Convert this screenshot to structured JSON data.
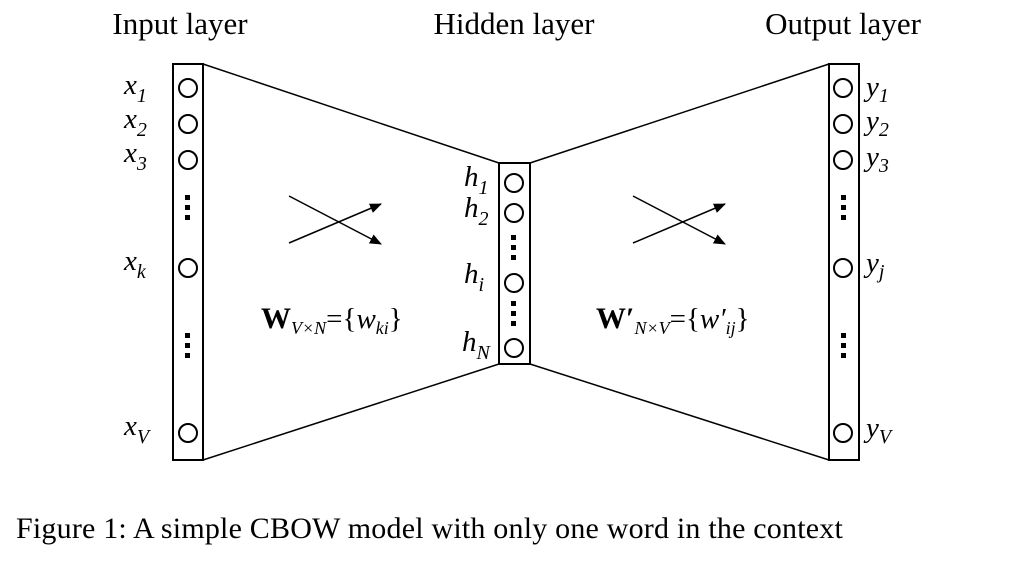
{
  "titles": {
    "input": "Input layer",
    "hidden": "Hidden layer",
    "output": "Output layer"
  },
  "input_nodes": [
    {
      "base": "x",
      "sub": "1"
    },
    {
      "base": "x",
      "sub": "2"
    },
    {
      "base": "x",
      "sub": "3"
    },
    {
      "base": "x",
      "sub": "k"
    },
    {
      "base": "x",
      "sub": "V"
    }
  ],
  "hidden_nodes": [
    {
      "base": "h",
      "sub": "1"
    },
    {
      "base": "h",
      "sub": "2"
    },
    {
      "base": "h",
      "sub": "i"
    },
    {
      "base": "h",
      "sub": "N"
    }
  ],
  "output_nodes": [
    {
      "base": "y",
      "sub": "1"
    },
    {
      "base": "y",
      "sub": "2"
    },
    {
      "base": "y",
      "sub": "3"
    },
    {
      "base": "y",
      "sub": "j"
    },
    {
      "base": "y",
      "sub": "V"
    }
  ],
  "weights": {
    "input_hidden": {
      "symbol": "W",
      "dims": "V×N",
      "eq": "={",
      "elem": "w",
      "elem_sub": "ki",
      "close": "}"
    },
    "hidden_output": {
      "symbol": "W′",
      "dims": "N×V",
      "eq": "={",
      "elem": "w′",
      "elem_sub": "ij",
      "close": "}"
    }
  },
  "caption": "Figure 1: A simple CBOW model with only one word in the context"
}
